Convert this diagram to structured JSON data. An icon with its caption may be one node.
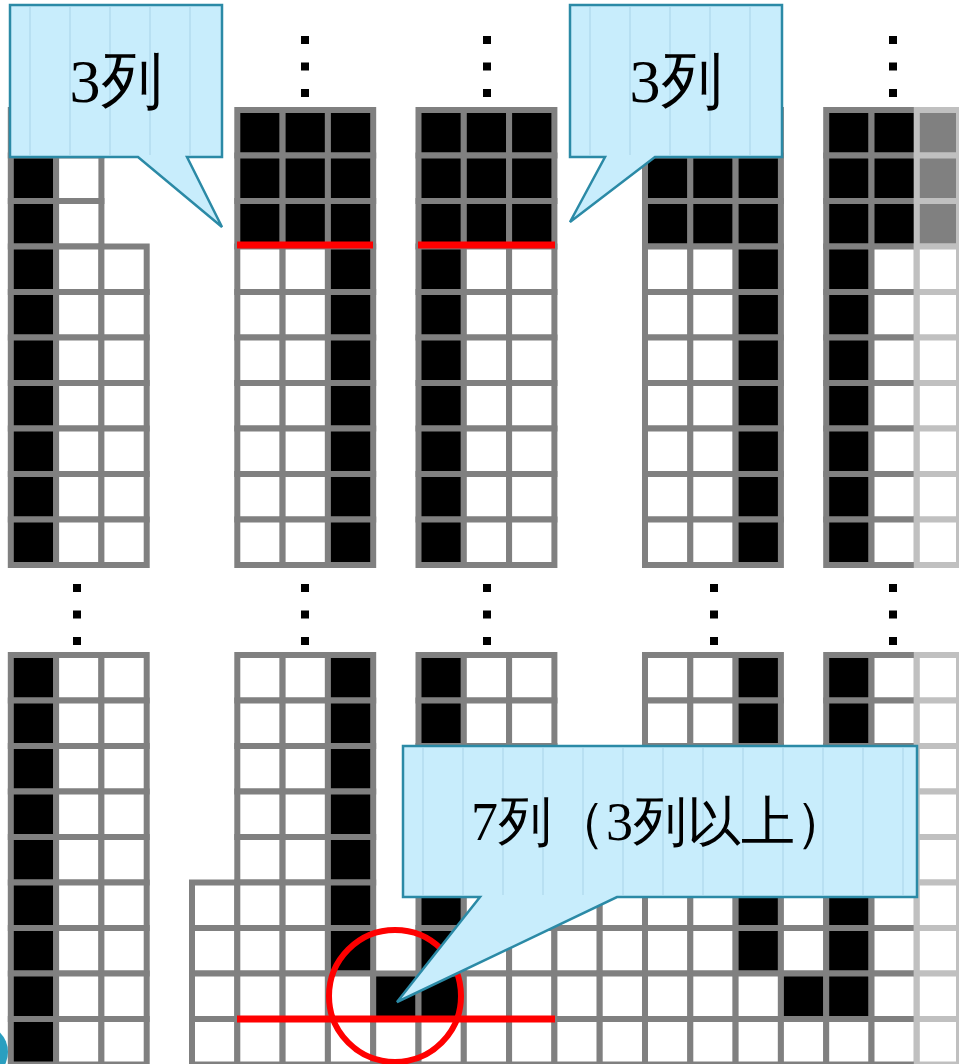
{
  "diagram": {
    "nodes": [
      {
        "text": [
          "3列"
        ]
      },
      {
        "text": [
          "3列"
        ]
      },
      {
        "text": [
          "7列（3列以上）"
        ]
      }
    ]
  }
}
